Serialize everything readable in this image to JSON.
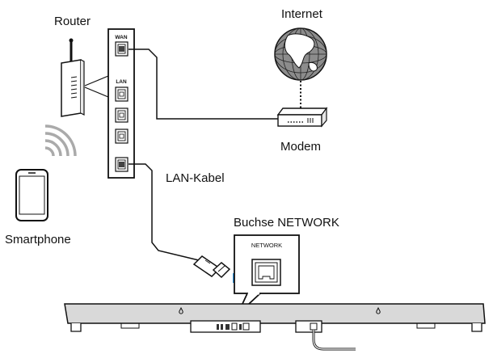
{
  "labels": {
    "router": "Router",
    "internet": "Internet",
    "modem": "Modem",
    "lan_cable": "LAN-Kabel",
    "smartphone": "Smartphone",
    "jack": "Buchse NETWORK"
  },
  "router_panel": {
    "wan_label": "WAN",
    "lan_label": "LAN"
  },
  "network_jack_label": "NETWORK",
  "colors": {
    "line": "#111111",
    "arrow": "#2a8fd8",
    "wifi": "#aaaaaa",
    "soundbar": "#d9d9d9",
    "globe": "#9a9a9a"
  }
}
